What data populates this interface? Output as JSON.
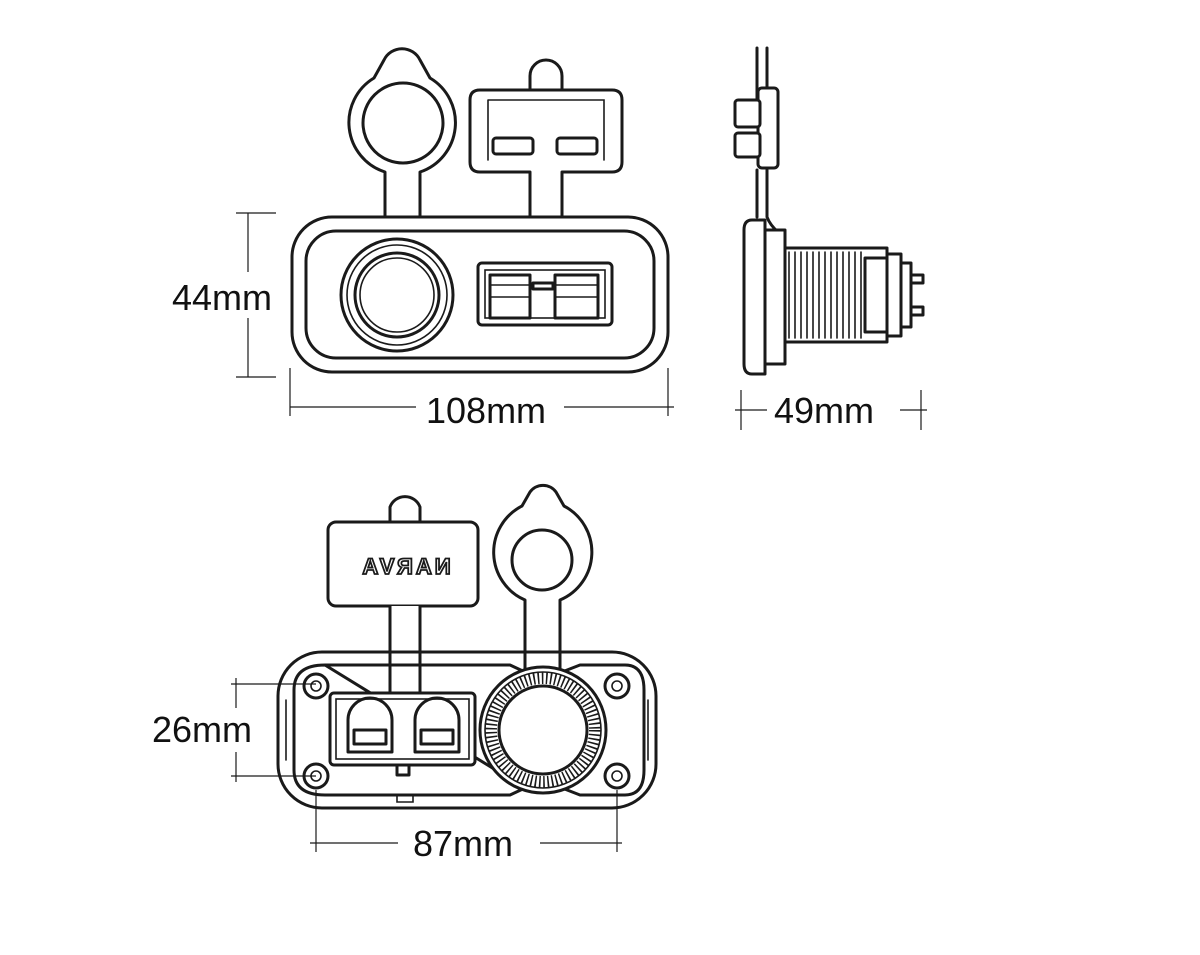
{
  "dimensions": {
    "front_height": "44mm",
    "front_width": "108mm",
    "side_depth": "49mm",
    "rear_hole_vertical": "26mm",
    "rear_hole_horizontal": "87mm"
  },
  "rear_cover_logo": "NARVA",
  "colors": {
    "line": "#1a1a1a",
    "background": "#ffffff"
  }
}
